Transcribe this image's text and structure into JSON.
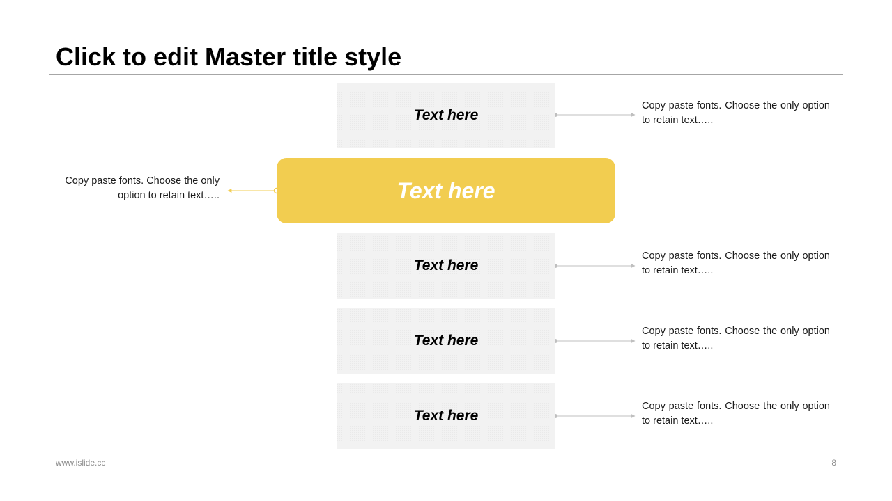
{
  "slide": {
    "title": "Click to edit Master title style",
    "footer": "www.islide.cc",
    "page_number": "8"
  },
  "colors": {
    "accent": "#f2cd50",
    "box_fill": "#f2f2f2",
    "connector_gray": "#bfbfbf",
    "rule": "#a6a6a6"
  },
  "main_item": {
    "label": "Text here",
    "description": "Copy paste fonts. Choose the only option to retain text….."
  },
  "items": [
    {
      "label": "Text here",
      "description": "Copy paste fonts. Choose the only option to retain text….."
    },
    {
      "label": "Text here",
      "description": "Copy paste fonts. Choose the only option to retain text….."
    },
    {
      "label": "Text here",
      "description": "Copy paste fonts. Choose the only option to retain text….."
    },
    {
      "label": "Text here",
      "description": "Copy paste fonts. Choose the only option to retain text….."
    }
  ]
}
